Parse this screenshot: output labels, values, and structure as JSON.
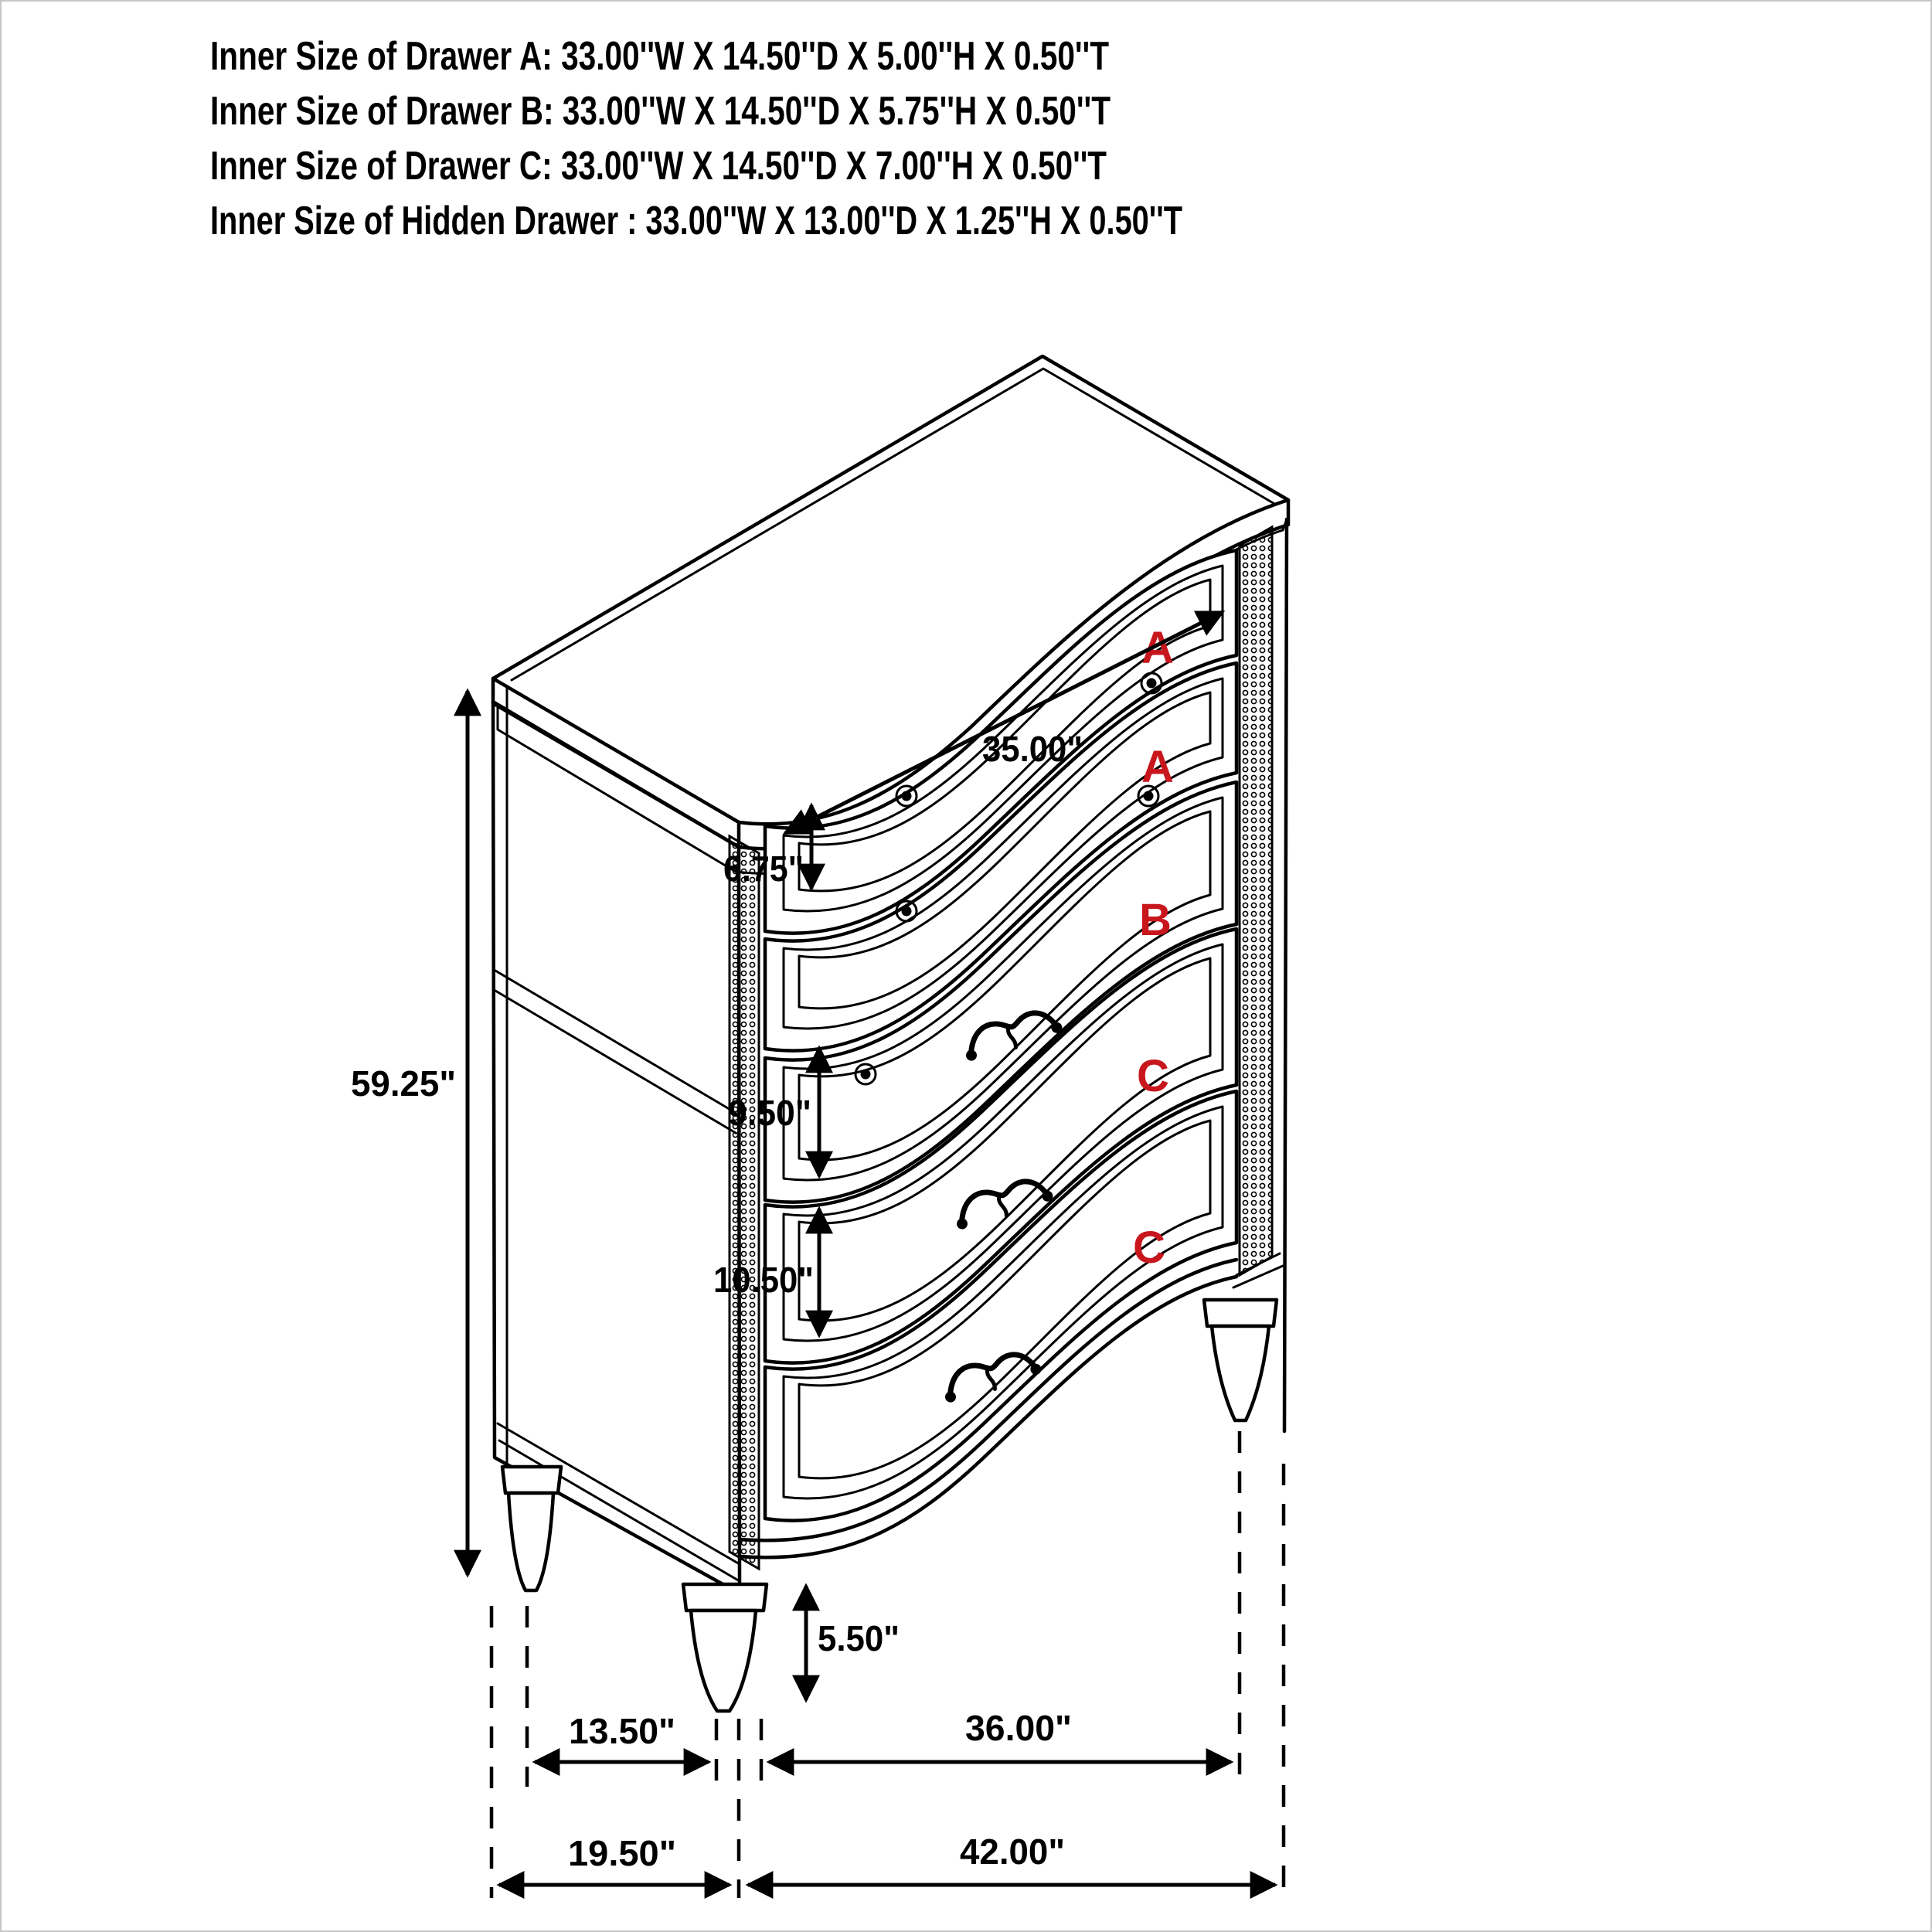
{
  "title_block": {
    "lines": [
      "Inner Size of Drawer A: 33.00''W X 14.50''D X 5.00''H X 0.50''T",
      "Inner Size of Drawer B: 33.00''W X 14.50''D X 5.75''H X 0.50''T",
      "Inner Size of Drawer C: 33.00''W X 14.50''D X 7.00''H X 0.50''T",
      "Inner Size of Hidden Drawer : 33.00''W X 13.00''D X 1.25''H X 0.50''T"
    ]
  },
  "drawer_letters": {
    "a1": "A",
    "a2": "A",
    "b": "B",
    "c1": "C",
    "c2": "C"
  },
  "dimensions": {
    "top_width": "35.00\"",
    "top_drawer_height": "6.75\"",
    "overall_height": "59.25\"",
    "drawer_b_height": "9.50\"",
    "drawer_c_height": "10.50\"",
    "leg_height": "5.50\"",
    "leg_spacing_depth": "13.50\"",
    "leg_spacing_width": "36.00\"",
    "overall_depth": "19.50\"",
    "overall_width": "42.00\""
  },
  "colors": {
    "line": "#000000",
    "drawer_label": "#c8161d",
    "background": "#ffffff"
  }
}
